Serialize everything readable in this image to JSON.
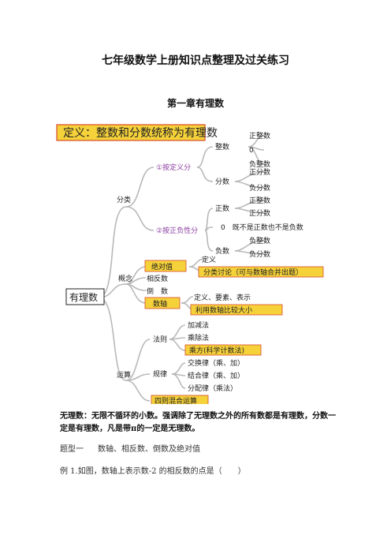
{
  "title": "七年级数学上册知识点整理及过关练习",
  "chapter": "第一章有理数",
  "mindmap": {
    "definition": "定义：整数和分数统称为有理数",
    "root": "有理数",
    "classify": "分类",
    "by_definition": "①按定义分",
    "integer": "整数",
    "pos_int": "正整数",
    "zero": "0",
    "neg_int": "负整数",
    "fraction": "分数",
    "pos_frac": "正分数",
    "neg_frac": "负分数",
    "by_sign": "②按正负性分",
    "positive": "正数",
    "pos_int2": "正整数",
    "pos_frac2": "正分数",
    "zero_desc": "0　既不是正数也不是负数",
    "negative": "负数",
    "neg_int2": "负整数",
    "neg_frac2": "负分数",
    "concept": "概念",
    "abs_value": "绝对值",
    "definition_short": "定义",
    "abs_discuss": "分类讨论（可与数轴合并出题）",
    "opposite": "相反数",
    "reciprocal": "倒　数",
    "number_line": "数轴",
    "nl_elements": "定义、要素、表示",
    "nl_compare": "利用数轴比较大小",
    "operations": "运算",
    "rules": "法则",
    "add_sub": "加减法",
    "mul_div": "乘除法",
    "power": "乘方(科学计数法)",
    "laws": "规律",
    "commutative": "交换律（乘、加）",
    "associative": "结合律（乘、加）",
    "distributive": "分配律（乘法）",
    "mixed": "四则混合运算"
  },
  "body": {
    "irrational_label": "无理数：",
    "irrational_text": "无限不循环的小数。强调除了无理数之外的所有数都是有理数，分数一定是有理数，凡是带π的一定是无理数。",
    "topic_label": "题型一",
    "topic_text": "数轴、相反数、倒数及绝对值",
    "example": "例 1.如图，数轴上表示数-2 的相反数的点是（　　）"
  },
  "colors": {
    "highlight": "#f5d13a",
    "branch": "#b9b9b9",
    "accent": "#8b3fa0"
  }
}
